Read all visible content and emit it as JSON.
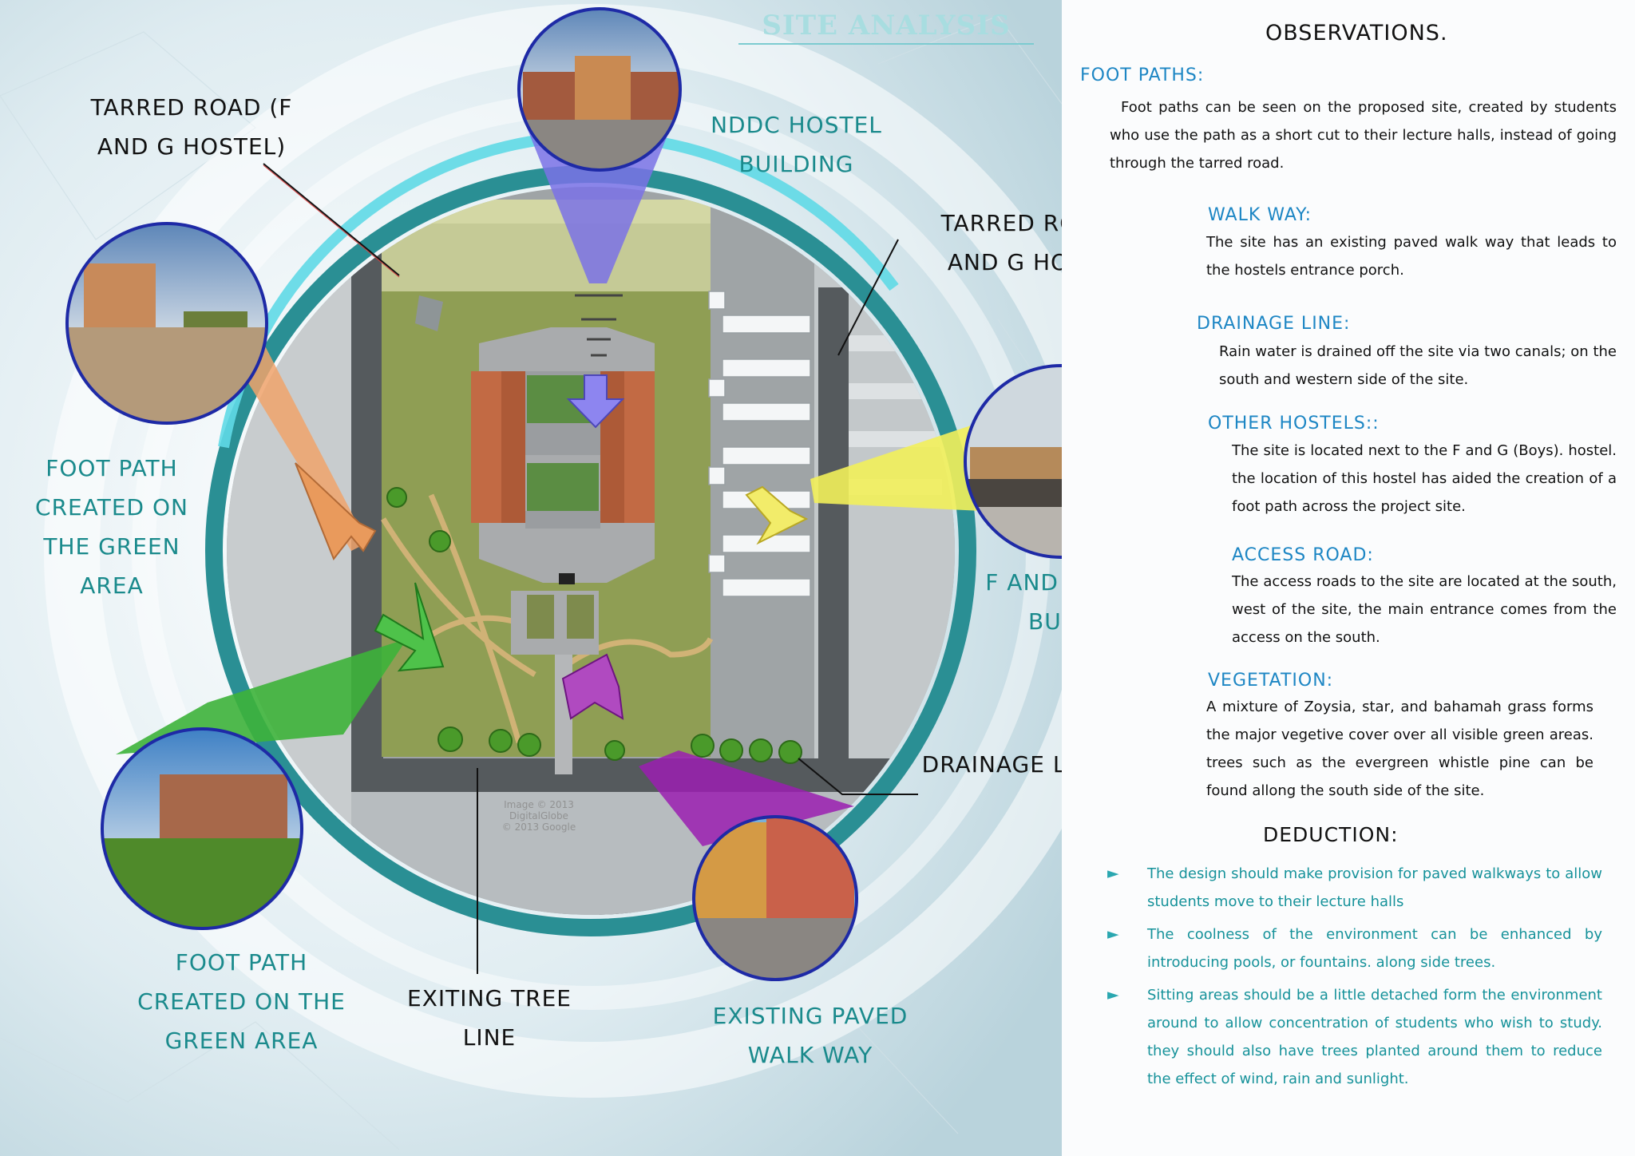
{
  "title": "SITE ANALYSIS",
  "map_labels": {
    "tarred_road_left": [
      "TARRED ROAD (F",
      "AND G HOSTEL)"
    ],
    "nddc_hostel": [
      "NDDC HOSTEL",
      "BUILDING"
    ],
    "tarred_road_right": [
      "TARRED ROAD (F",
      "AND G HOSTEL)"
    ],
    "foot_path_left": [
      "FOOT PATH",
      "CREATED ON",
      "THE GREEN",
      "AREA"
    ],
    "fg_hostel": [
      "F AND G HOSTEL",
      "BUILDING"
    ],
    "drainage_line": "DRAINAGE LINE",
    "foot_path_bottom": [
      "FOOT PATH",
      "CREATED ON THE",
      "GREEN AREA"
    ],
    "tree_line": [
      "EXITING TREE",
      "LINE"
    ],
    "paved_walkway": [
      "EXISTING PAVED",
      "WALK WAY"
    ],
    "imagery_credit": [
      "Image © 2013 DigitalGlobe",
      "© 2013 Google"
    ]
  },
  "observations": {
    "title": "OBSERVATIONS.",
    "sections": [
      {
        "heading": "FOOT PATHS:",
        "text": "Foot paths can be seen on the proposed site, created by students who use the path as a short cut to their lecture halls, instead of going through the tarred road."
      },
      {
        "heading": "WALK WAY:",
        "text": "The site has an existing paved walk way that leads to the hostels entrance porch."
      },
      {
        "heading": "DRAINAGE LINE:",
        "text": "Rain water is drained off the site via two canals; on the south and western side of the site."
      },
      {
        "heading": "OTHER HOSTELS::",
        "text": "The site is located next to the F and G (Boys). hostel. the location of this hostel has aided the creation of a foot path across the project site."
      },
      {
        "heading": "ACCESS ROAD:",
        "text": "The access roads to the site are located at the south, west of the site, the main entrance comes from the access on the south."
      },
      {
        "heading": "VEGETATION:",
        "text": "A mixture of Zoysia, star, and bahamah grass forms the major vegetive cover over all visible green areas. trees such as the evergreen whistle pine can be found allong the south side of the site."
      }
    ]
  },
  "deduction": {
    "title": "DEDUCTION:",
    "items": [
      "The design should make provision for paved walkways to allow students move to their lecture halls",
      "The coolness of the environment can be enhanced by introducing pools, or fountains. along side trees.",
      "Sitting areas should be a little detached form the environment around to allow concentration of students who wish to study. they should also have trees planted around them to reduce the effect of wind, rain and sunlight."
    ]
  },
  "colors": {
    "teal_ring": "#2a8f94",
    "light_ring": "#5fd9e6",
    "callout_blue": "#7a72e6",
    "callout_orange": "#f0a36b",
    "callout_yellow": "#f2ef5a",
    "callout_green": "#3db23a",
    "callout_purple": "#9b1fb0",
    "heading_blue": "#1d86c4",
    "label_teal": "#1a8a8c"
  }
}
